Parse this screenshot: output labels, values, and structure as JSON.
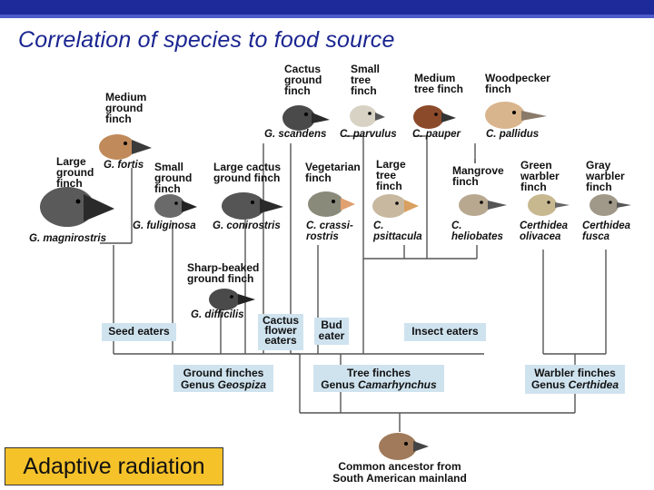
{
  "title": "Correlation of species to food source",
  "adaptive_label": "Adaptive radiation",
  "ancestor_label": "Common ancestor from\nSouth American mainland",
  "finches": {
    "cactus_ground": {
      "common": "Cactus\nground\nfinch",
      "species": "G. scandens"
    },
    "small_tree": {
      "common": "Small\ntree\nfinch",
      "species": "C. parvulus"
    },
    "medium_tree": {
      "common": "Medium\ntree finch",
      "species": "C. pauper"
    },
    "woodpecker": {
      "common": "Woodpecker\nfinch",
      "species": "C. pallidus"
    },
    "medium_ground": {
      "common": "Medium\nground\nfinch",
      "species": "G. fortis"
    },
    "large_ground": {
      "common": "Large\nground\nfinch",
      "species": "G. magnirostris"
    },
    "small_ground": {
      "common": "Small\nground\nfinch",
      "species": "G. fuliginosa"
    },
    "large_cactus": {
      "common": "Large cactus\nground finch",
      "species": "G. conirostris"
    },
    "vegetarian": {
      "common": "Vegetarian\nfinch",
      "species": "C. crassi-\nrostris"
    },
    "large_tree": {
      "common": "Large\ntree\nfinch",
      "species": "C.\npsittacula"
    },
    "mangrove": {
      "common": "Mangrove\nfinch",
      "species": "C.\nheliobates"
    },
    "green_warbler": {
      "common": "Green\nwarbler\nfinch",
      "species": "Certhidea\nolivacea"
    },
    "grey_warbler": {
      "common": "Gray\nwarbler\nfinch",
      "species": "Certhidea\nfusca"
    },
    "sharp_beaked": {
      "common": "Sharp-beaked\nground finch",
      "species": "G. difficilis"
    }
  },
  "diet_groups": {
    "seed": "Seed eaters",
    "cactus_flower": "Cactus\nflower\neaters",
    "bud": "Bud\neater",
    "insect": "Insect eaters"
  },
  "genera": {
    "ground": {
      "line1": "Ground finches",
      "prefix": "Genus ",
      "genus": "Geospiza"
    },
    "tree": {
      "line1": "Tree finches",
      "prefix": "Genus ",
      "genus": "Camarhynchus"
    },
    "warbler": {
      "line1": "Warbler finches",
      "prefix": "Genus ",
      "genus": "Certhidea"
    }
  },
  "colors": {
    "header_bar": "#1f2a9a",
    "title": "#1a2590",
    "label_box": "#cfe3ef",
    "adaptive_box": "#f5c22a",
    "tree_lines": "#555555"
  }
}
